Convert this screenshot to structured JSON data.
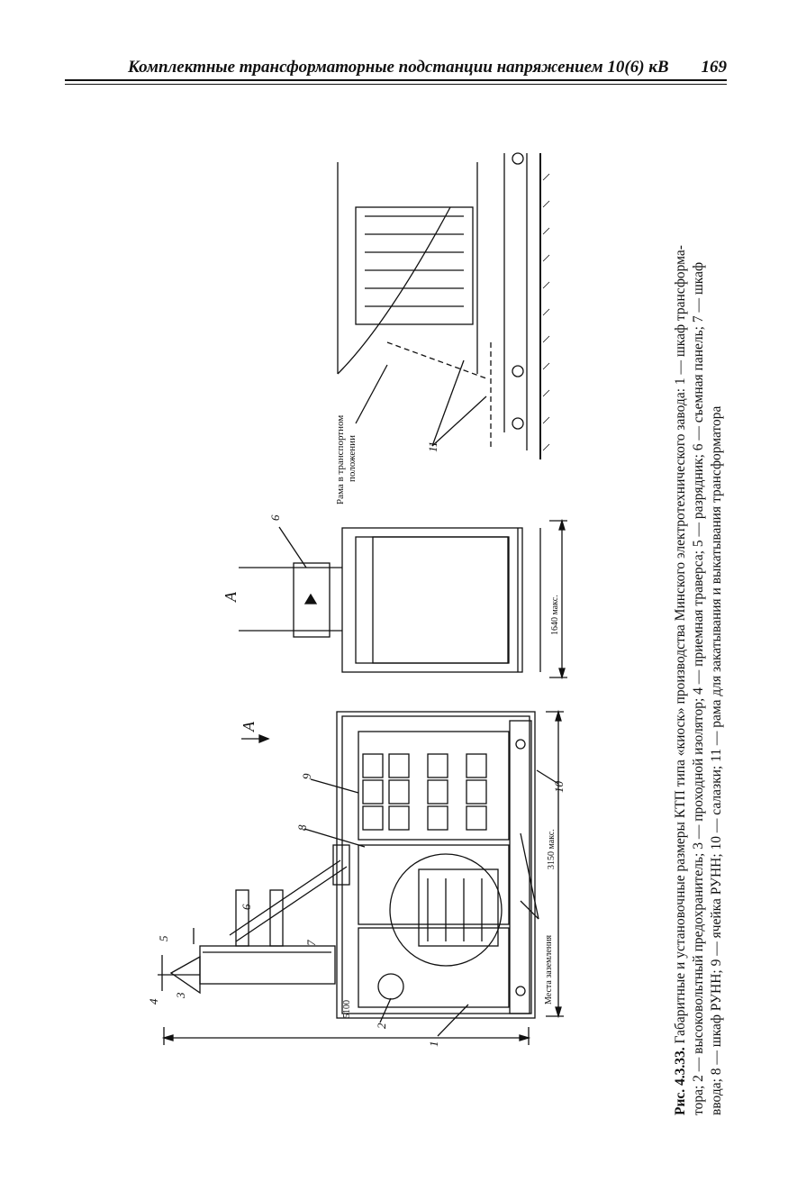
{
  "header": {
    "title": "Комплектные трансформаторные подстанции напряжением 10(6) кВ",
    "page_number": "169"
  },
  "caption": {
    "label": "Рис. 4.3.33.",
    "line1": "Габаритные и установочные размеры КТП типа «киоск» производства Минского электротехнического завода: 1 — шкаф трансформа-",
    "line2": "тора; 2 — высоковольтный предохранитель; 3 — проходной изолятор; 4 — приемная траверса; 5 — разрядник; 6 — съемная панель; 7 — шкаф",
    "line3": "ввода; 8 — шкаф РУНН; 9 — ячейка РУНН; 10 — салазки; 11 — рама для закатывания и выкатывания трансформатора"
  },
  "figure": {
    "dim_total": "5100",
    "dim_length": "3150 макс.",
    "dim_width": "1640 макс.",
    "grounding_label": "Места заземления",
    "view_label": "A",
    "view_arrow_label": "A",
    "frame_label_line1": "Рама в транспортном",
    "frame_label_line2": "положении",
    "callouts": [
      "1",
      "2",
      "3",
      "4",
      "5",
      "6",
      "7",
      "8",
      "9",
      "10",
      "6",
      "11"
    ]
  }
}
